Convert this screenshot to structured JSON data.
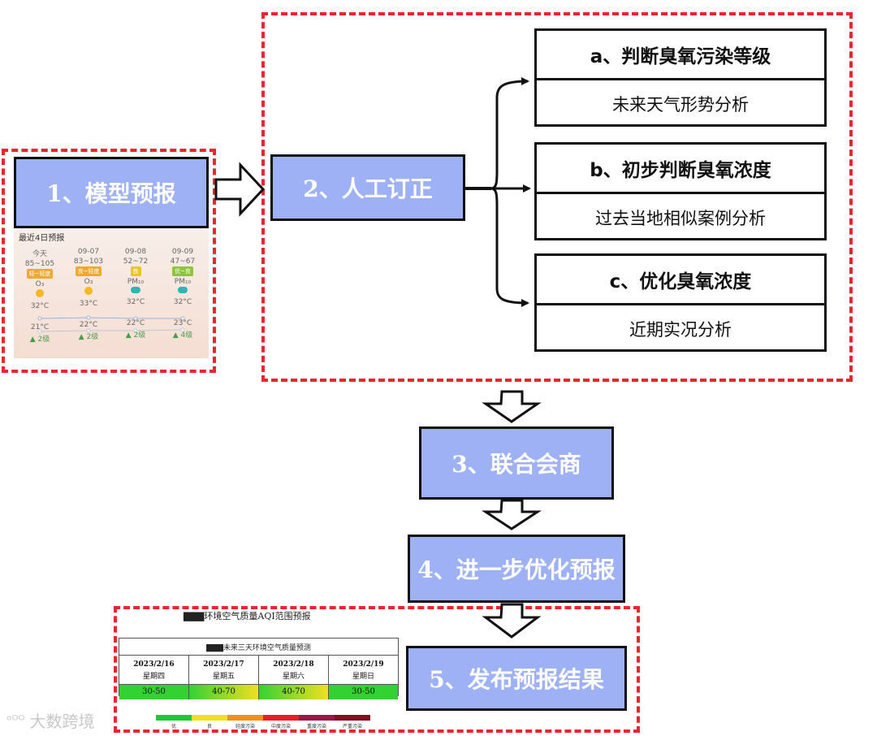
{
  "steps": {
    "s1": "1、模型预报",
    "s2": "2、人工订正",
    "s3": "3、联合会商",
    "s4": "4、进一步优化预报",
    "s5": "5、发布预报结果"
  },
  "analysis": [
    {
      "title": "a、判断臭氧污染等级",
      "sub": "未来天气形势分析"
    },
    {
      "title": "b、初步判断臭氧浓度",
      "sub": "过去当地相似案例分析"
    },
    {
      "title": "c、优化臭氧浓度",
      "sub": "近期实况分析"
    }
  ],
  "weather": {
    "title": "最近4日预报",
    "days": [
      {
        "date": "今天",
        "range": "85~105",
        "level": "轻~轻度",
        "level_color": "#f0a830",
        "pollutant": "O₃",
        "icon": "sun-icon",
        "high": "32°C",
        "low": "21°C",
        "wind": "▲ 2级"
      },
      {
        "date": "09-07",
        "range": "83~103",
        "level": "良~轻度",
        "level_color": "#f0a830",
        "pollutant": "O₃",
        "icon": "sun-icon",
        "high": "33°C",
        "low": "22°C",
        "wind": "▲ 2级"
      },
      {
        "date": "09-08",
        "range": "52~72",
        "level": "良",
        "level_color": "#e8c630",
        "pollutant": "PM₁₀",
        "icon": "cloud-icon",
        "high": "32°C",
        "low": "22°C",
        "wind": "▲ 2级"
      },
      {
        "date": "09-09",
        "range": "47~67",
        "level": "优~良",
        "level_color": "#8cc63f",
        "pollutant": "PM₁₀",
        "icon": "cloud-icon",
        "high": "32°C",
        "low": "23°C",
        "wind": "▲ 4级"
      }
    ]
  },
  "aqi": {
    "caption": "▇▇▇环境空气质量AQI范围预报",
    "table_title": "▇▇▇未来三天环境空气质量预测",
    "days": [
      {
        "date": "2023/2/16",
        "weekday": "星期四",
        "range": "30-50"
      },
      {
        "date": "2023/2/17",
        "weekday": "星期五",
        "range": "40-70"
      },
      {
        "date": "2023/2/18",
        "weekday": "星期六",
        "range": "40-70"
      },
      {
        "date": "2023/2/19",
        "weekday": "星期日",
        "range": "30-50"
      }
    ],
    "legend": [
      "优",
      "良",
      "轻度污染",
      "中度污染",
      "重度污染",
      "严重污染"
    ],
    "legend_colors": [
      "#22c833",
      "#f0e020",
      "#f09020",
      "#e82020",
      "#9a1848",
      "#7a1020"
    ]
  },
  "watermark": "大数跨境"
}
